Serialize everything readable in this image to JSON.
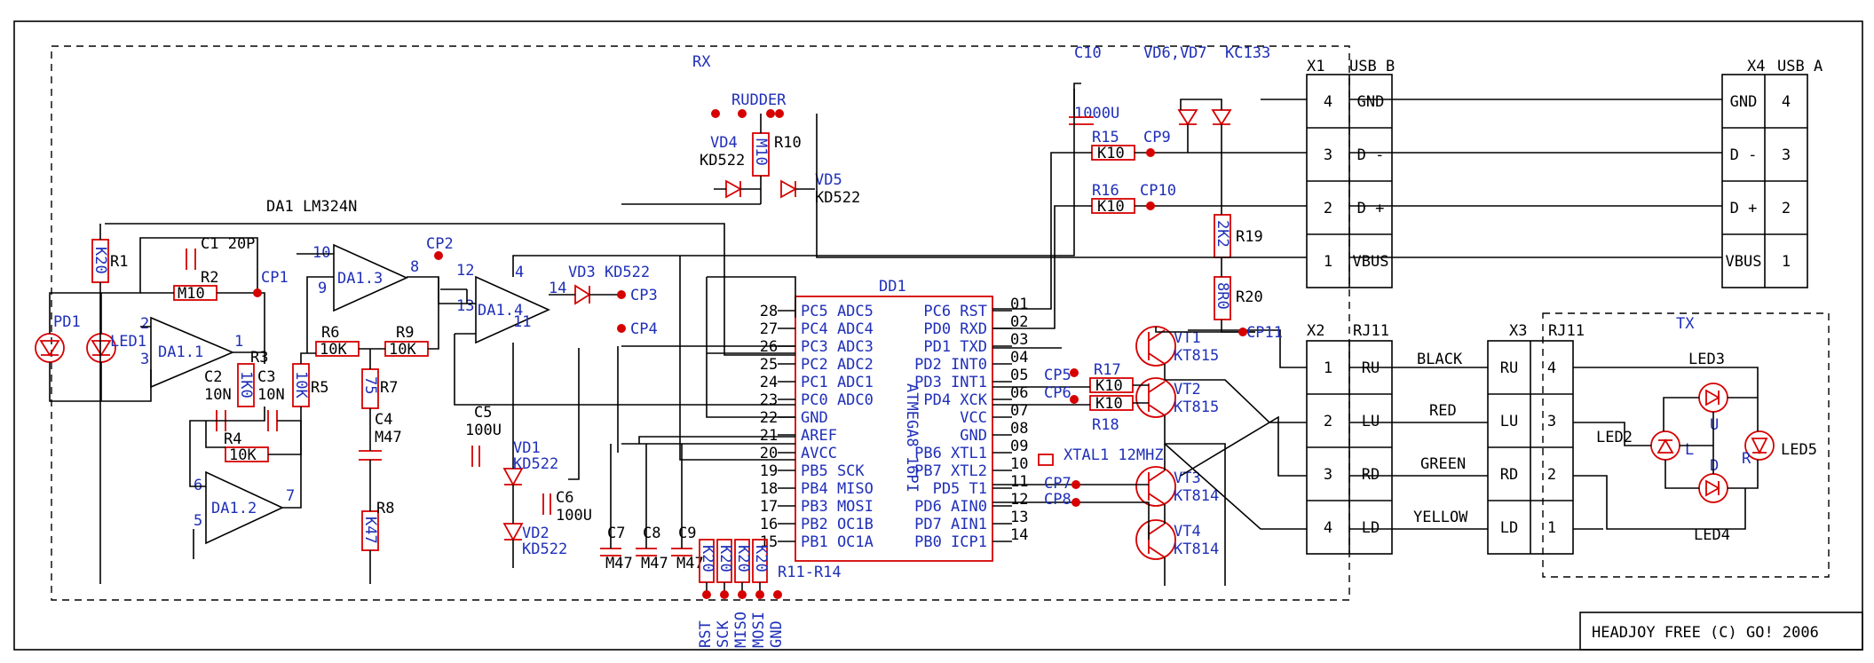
{
  "title": "HEADJOY FREE (C) GO! 2006",
  "sections": {
    "rx": "RX",
    "tx": "TX"
  },
  "ics": {
    "dd1": "DD1",
    "mcu": "ATMEGA8 16PI",
    "opamp": "DA1 LM324N",
    "da11": "DA1.1",
    "da12": "DA1.2",
    "da13": "DA1.3",
    "da14": "DA1.4"
  },
  "mcu_pins_left": [
    {
      "num": "28",
      "name": "PC5 ADC5"
    },
    {
      "num": "27",
      "name": "PC4 ADC4"
    },
    {
      "num": "26",
      "name": "PC3 ADC3"
    },
    {
      "num": "25",
      "name": "PC2 ADC2"
    },
    {
      "num": "24",
      "name": "PC1 ADC1"
    },
    {
      "num": "23",
      "name": "PC0 ADC0"
    },
    {
      "num": "22",
      "name": "GND"
    },
    {
      "num": "21",
      "name": "AREF"
    },
    {
      "num": "20",
      "name": "AVCC"
    },
    {
      "num": "19",
      "name": "PB5 SCK"
    },
    {
      "num": "18",
      "name": "PB4 MISO"
    },
    {
      "num": "17",
      "name": "PB3 MOSI"
    },
    {
      "num": "16",
      "name": "PB2 OC1B"
    },
    {
      "num": "15",
      "name": "PB1 OC1A"
    }
  ],
  "mcu_pins_right": [
    {
      "num": "01",
      "name": "PC6 RST"
    },
    {
      "num": "02",
      "name": "PD0 RXD"
    },
    {
      "num": "03",
      "name": "PD1 TXD"
    },
    {
      "num": "04",
      "name": "PD2 INT0"
    },
    {
      "num": "05",
      "name": "PD3 INT1"
    },
    {
      "num": "06",
      "name": "PD4 XCK"
    },
    {
      "num": "07",
      "name": "VCC"
    },
    {
      "num": "08",
      "name": "GND"
    },
    {
      "num": "09",
      "name": "PB6 XTL1"
    },
    {
      "num": "10",
      "name": "PB7 XTL2"
    },
    {
      "num": "11",
      "name": "PD5 T1"
    },
    {
      "num": "12",
      "name": "PD6 AIN0"
    },
    {
      "num": "13",
      "name": "PD7 AIN1"
    },
    {
      "num": "14",
      "name": "PB0 ICP1"
    }
  ],
  "components": {
    "r1": "R1",
    "r1v": "K20",
    "c1": "C1 20P",
    "r2": "R2",
    "r2v": "M10",
    "r3": "R3",
    "r3v": "1K0",
    "c2": "C2",
    "c2v": "10N",
    "c3": "C3",
    "c3v": "10N",
    "r4": "R4",
    "r4v": "10K",
    "r5": "R5",
    "r5v": "10K",
    "r6": "R6",
    "r6v": "10K",
    "r7": "R7",
    "r7v": "75",
    "r9": "R9",
    "r9v": "10K",
    "c4": "C4",
    "c4v": "M47",
    "r8": "R8",
    "r8v": "K47",
    "c5": "C5",
    "c5v": "100U",
    "c6": "C6",
    "c6v": "100U",
    "vd1": "VD1",
    "vd1v": "KD522",
    "vd2": "VD2",
    "vd2v": "KD522",
    "vd3": "VD3 KD522",
    "vd4": "VD4",
    "vd4v": "KD522",
    "vd5": "VD5",
    "vd5v": "KD522",
    "r10": "R10",
    "r10v": "M10",
    "rudder": "RUDDER",
    "c7": "C7",
    "c8": "C8",
    "c9": "C9",
    "cv": "M47",
    "r1114": "R11-R14",
    "rk20": "K20",
    "c10": "C10",
    "c10v": "1000U",
    "vd67": "VD6,VD7",
    "kc133": "KC133",
    "r15": "R15",
    "r16": "R16",
    "rk10": "K10",
    "r17": "R17",
    "r18": "R18",
    "r19": "R19",
    "r19v": "2K2",
    "r20": "R20",
    "r20v": "8R0",
    "xtal": "XTAL1 12MHZ",
    "vt1": "VT1",
    "vt2": "VT2",
    "vt3": "VT3",
    "vt4": "VT4",
    "kt815": "KT815",
    "kt814": "KT814",
    "pd1": "PD1",
    "led1": "LED1",
    "led2": "LED2",
    "led3": "LED3",
    "led4": "LED4",
    "led5": "LED5",
    "led_u": "U",
    "led_l": "L",
    "led_d": "D",
    "led_r": "R"
  },
  "testpoints": [
    "CP1",
    "CP2",
    "CP3",
    "CP4",
    "CP5",
    "CP6",
    "CP7",
    "CP8",
    "CP9",
    "CP10",
    "CP11"
  ],
  "pin_numbers": {
    "da11": [
      "2",
      "3",
      "1"
    ],
    "da12": [
      "6",
      "5",
      "7"
    ],
    "da13": [
      "10",
      "9",
      "8"
    ],
    "da14": [
      "12",
      "13",
      "14",
      "4",
      "11"
    ]
  },
  "isp_labels": [
    "RST",
    "SCK",
    "MISO",
    "MOSI",
    "GND"
  ],
  "connectors": {
    "x1": {
      "ref": "X1",
      "type": "USB B",
      "pins": [
        "4",
        "3",
        "2",
        "1"
      ],
      "names": [
        "GND",
        "D -",
        "D +",
        "VBUS"
      ]
    },
    "x4": {
      "ref": "X4",
      "type": "USB A",
      "pins": [
        "4",
        "3",
        "2",
        "1"
      ],
      "names": [
        "GND",
        "D -",
        "D +",
        "VBUS"
      ]
    },
    "x2": {
      "ref": "X2",
      "type": "RJ11",
      "pins": [
        "1",
        "2",
        "3",
        "4"
      ],
      "names": [
        "RU",
        "LU",
        "RD",
        "LD"
      ]
    },
    "x3": {
      "ref": "X3",
      "type": "RJ11",
      "pins": [
        "4",
        "3",
        "2",
        "1"
      ],
      "names": [
        "RU",
        "LU",
        "RD",
        "LD"
      ]
    }
  },
  "wires": [
    "BLACK",
    "RED",
    "GREEN",
    "YELLOW"
  ]
}
